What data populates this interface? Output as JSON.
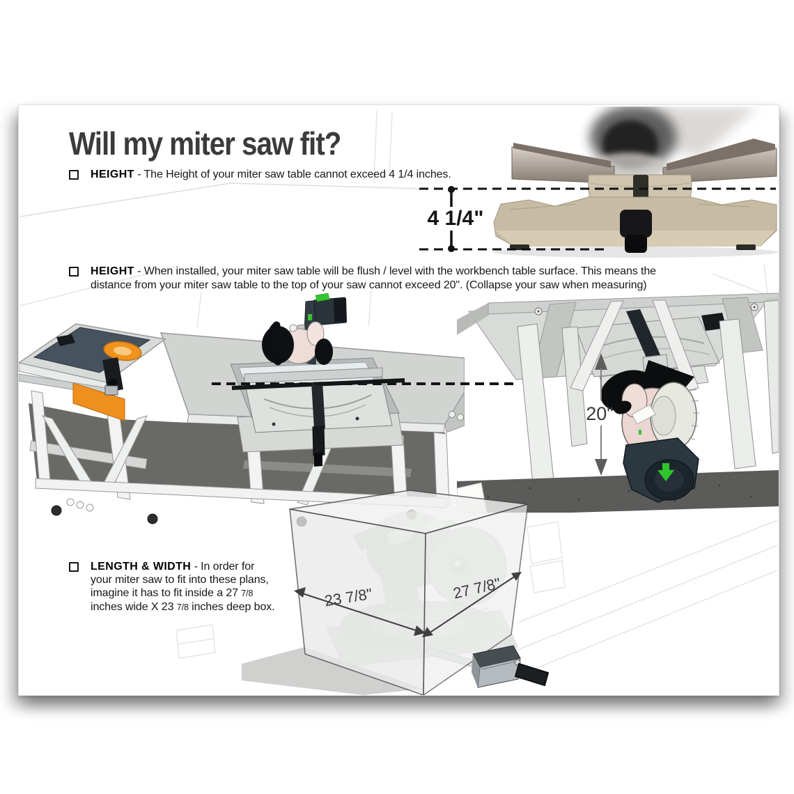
{
  "page": {
    "title": "Will my miter saw fit?"
  },
  "bullets": {
    "b1": {
      "label": "HEIGHT",
      "l1": "- The Height of your miter saw table cannot exceed 4 1/4 inches."
    },
    "b2": {
      "label": "HEIGHT",
      "l1": "- When installed, your miter saw table will be flush / level with the workbench table surface.  This means the",
      "l2": "distance from your miter saw table to the top of your saw cannot exceed 20\". (Collapse your saw when measuring)"
    },
    "b3": {
      "label": "LENGTH & WIDTH",
      "l1": "- In order for",
      "l2": "your miter saw to fit into these plans,",
      "l3a": "imagine it has to fit inside a 27 ",
      "l3frac": "7/8",
      "l4a": "inches wide X 23 ",
      "l4frac": "7/8",
      "l4b": "  inches deep box."
    }
  },
  "dimensions": {
    "saw_table_height": "4 1/4\"",
    "under_table_clearance": "20\"",
    "box_depth_label": "23 7/8\"",
    "box_width_label": "27 7/8\""
  },
  "figures": {
    "saw_base_photo": "Miter saw base front view with height dimension",
    "workbench_illustration": "Workbench with table saw and recessed miter saw",
    "under_table_illustration": "Underside view of miter saw hanging below workbench",
    "fit_box_illustration": "Miter saw inside translucent sizing box"
  },
  "colors": {
    "accent_orange": "#ef8f1e",
    "accent_green": "#35c42e",
    "saw_pink": "#ecd6d2",
    "saw_dark_teal": "#2c3840",
    "base_tan": "#c6bca4",
    "floor_gray": "#5b5b59",
    "text_dark": "#1a1a1a"
  }
}
